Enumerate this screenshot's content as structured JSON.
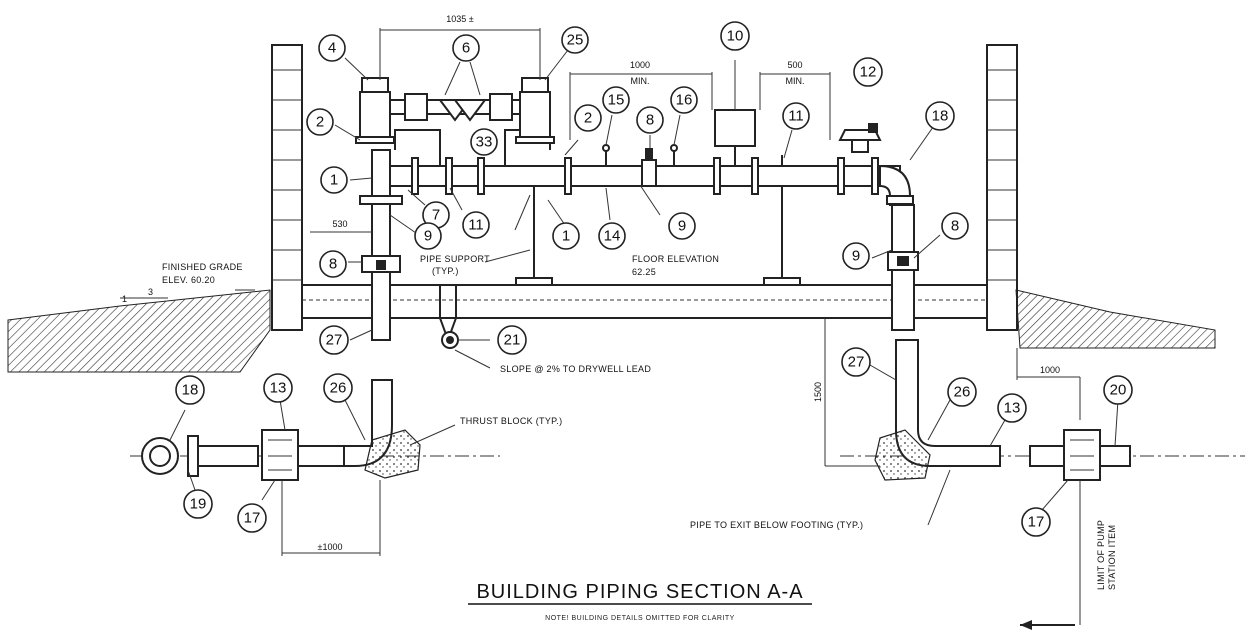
{
  "title": "BUILDING PIPING SECTION A-A",
  "subtitle": "NOTE! BUILDING DETAILS OMITTED FOR CLARITY",
  "dimensions": {
    "top_span": "1035 ±",
    "span_1000_min": "1000",
    "min_label_1": "MIN.",
    "span_500_min": "500",
    "min_label_2": "MIN.",
    "offset_530": "530",
    "bottom_1000": "±1000",
    "right_1000": "1000",
    "vertical_1500": "1500"
  },
  "notes": {
    "finished_grade": "FINISHED GRADE",
    "finished_grade_elev": "ELEV. 60.20",
    "slope_ratio_top": "3",
    "slope_ratio_side": "1",
    "pipe_support": "PIPE SUPPORT",
    "pipe_support_typ": "(TYP.)",
    "floor_elevation": "FLOOR ELEVATION",
    "floor_elevation_value": "62.25",
    "slope_note": "SLOPE @ 2% TO DRYWELL LEAD",
    "thrust_block": "THRUST BLOCK (TYP.)",
    "pipe_exit": "PIPE TO EXIT BELOW FOOTING (TYP.)",
    "limit_line_1": "LIMIT OF PUMP",
    "limit_line_2": "STATION ITEM"
  },
  "callouts": {
    "c4": "4",
    "c6": "6",
    "c25": "25",
    "c10": "10",
    "c12": "12",
    "c2a": "2",
    "c33": "33",
    "c2b": "2",
    "c15": "15",
    "c8a": "8",
    "c16": "16",
    "c11a": "11",
    "c18a": "18",
    "c1a": "1",
    "c7": "7",
    "c11b": "11",
    "c9a": "9",
    "c1b": "1",
    "c14": "14",
    "c9b": "9",
    "c8b": "8",
    "c9c": "9",
    "c8c": "8",
    "c27a": "27",
    "c21": "21",
    "c27b": "27",
    "c26b": "26",
    "c13b": "13",
    "c20": "20",
    "c18b": "18",
    "c13a": "13",
    "c26a": "26",
    "c19": "19",
    "c17a": "17",
    "c17b": "17"
  }
}
